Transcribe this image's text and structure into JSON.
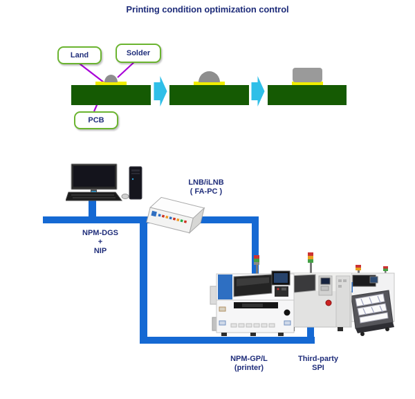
{
  "title": "Printing condition optimization control",
  "process_diagram": {
    "callouts": {
      "land": "Land",
      "solder": "Solder",
      "pcb": "PCB"
    },
    "icons": [
      "solder-paste-dome-icon",
      "component-block-icon",
      "process-step-arrow-icon"
    ]
  },
  "network_diagram": {
    "pc_label": {
      "line1": "NPM-DGS",
      "line2": "+",
      "line3": "NIP"
    },
    "hub_label": {
      "line1": "LNB/iLNB",
      "line2": "( FA-PC )"
    },
    "printer_label": {
      "line1": "NPM-GP/L",
      "line2": "(printer)"
    },
    "spi_label": {
      "line1": "Third-party",
      "line2": "SPI"
    },
    "icons": [
      "desktop-pc-icon",
      "network-hub-icon",
      "smt-machine-line-image"
    ]
  },
  "colors": {
    "navy_text": "#1f2d7a",
    "network_blue": "#1569d3",
    "pcb_green": "#155a03",
    "land_yellow": "#f0ee00",
    "solder_gray": "#8e8e8e",
    "arrow_cyan": "#2fbfe8",
    "callout_border_green": "#6ab42f",
    "connector_purple": "#a800d8"
  }
}
